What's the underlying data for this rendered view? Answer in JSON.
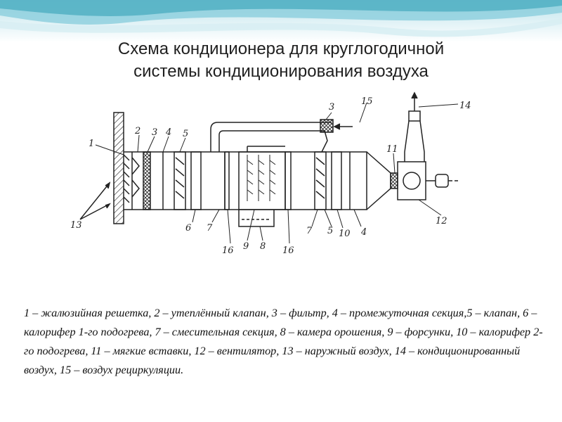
{
  "slide": {
    "title_line1": "Схема кондиционера для круглогодичной",
    "title_line2": "системы кондиционирования воздуха",
    "legend": "1 – жалюзийная решетка, 2 – утеплённый клапан, 3 – фильтр, 4 – промежуточная секция,5 – клапан, 6 – калорифер 1-го подогрева, 7 – смесительная секция, 8 – камера орошения, 9 – форсунки, 10 – калорифер 2-го подогрева, 11 – мягкие вставки, 12 – вентилятор, 13 – наружный воздух, 14 – кондиционированный воздух, 15 – воздух рециркуляции."
  },
  "diagram": {
    "labels": {
      "n1": "1",
      "n2": "2",
      "n3a": "3",
      "n4a": "4",
      "n5a": "5",
      "n3b": "3",
      "n15": "15",
      "n14": "14",
      "n11": "11",
      "n13": "13",
      "n6": "6",
      "n7a": "7",
      "n16a": "16",
      "n9": "9",
      "n8": "8",
      "n16b": "16",
      "n7b": "7",
      "n5b": "5",
      "n10": "10",
      "n4b": "4",
      "n12": "12"
    }
  },
  "colors": {
    "line": "#222222",
    "wave_light": "#cfeaf0",
    "wave_mid": "#7fc6d6",
    "wave_dark": "#3e9fb4"
  }
}
